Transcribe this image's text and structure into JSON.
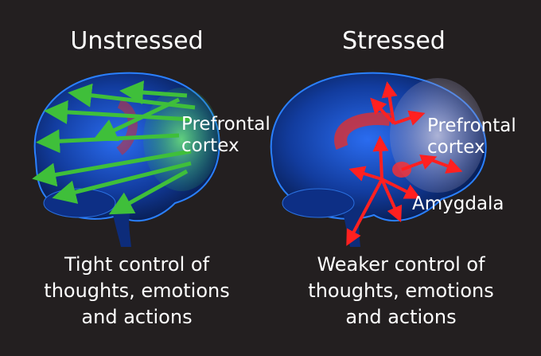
{
  "left": {
    "title": "Unstressed",
    "region_label_line1": "Prefrontal",
    "region_label_line2": "cortex",
    "caption_line1": "Tight control of",
    "caption_line2": "thoughts, emotions",
    "caption_line3": "and actions",
    "arrow_color": "#3fbf3a"
  },
  "right": {
    "title": "Stressed",
    "region_label_line1": "Prefrontal",
    "region_label_line2": "cortex",
    "amygdala_label": "Amygdala",
    "caption_line1": "Weaker control of",
    "caption_line2": "thoughts, emotions",
    "caption_line3": "and actions",
    "arrow_color": "#ff2020"
  },
  "colors": {
    "background": "#231f20",
    "brain": "#1a4fd0"
  }
}
